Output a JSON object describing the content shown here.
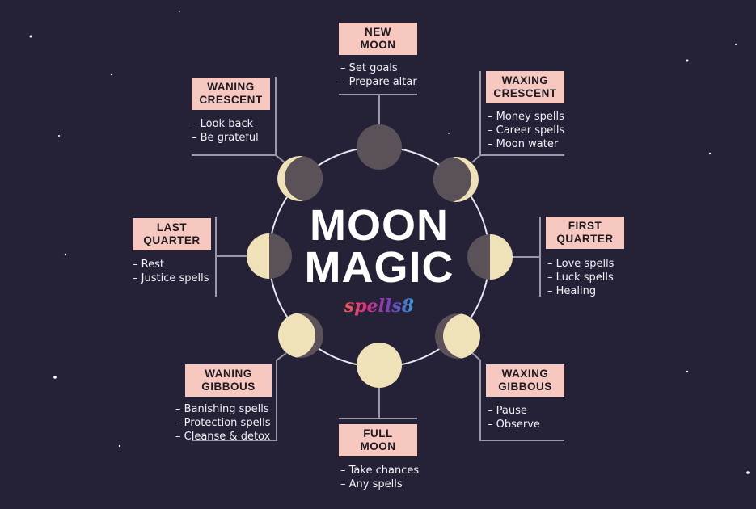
{
  "title": {
    "line1": "MOON",
    "line2": "MAGIC"
  },
  "logo": "spells8",
  "colors": {
    "background": "#252238",
    "label": "#f6c8c0",
    "moon_light": "#efe2b8",
    "moon_dark": "#5a5258",
    "line": "#9a98a8"
  },
  "phases": {
    "new_moon": {
      "label1": "NEW",
      "label2": "MOON",
      "items": [
        "Set goals",
        "Prepare altar"
      ]
    },
    "waxing_crescent": {
      "label1": "WAXING",
      "label2": "CRESCENT",
      "items": [
        "Money spells",
        "Career spells",
        "Moon water"
      ]
    },
    "first_quarter": {
      "label1": "FIRST",
      "label2": "QUARTER",
      "items": [
        "Love spells",
        "Luck spells",
        "Healing"
      ]
    },
    "waxing_gibbous": {
      "label1": "WAXING",
      "label2": "GIBBOUS",
      "items": [
        "Pause",
        "Observe"
      ]
    },
    "full_moon": {
      "label1": "FULL",
      "label2": "MOON",
      "items": [
        "Take chances",
        "Any spells"
      ]
    },
    "waning_gibbous": {
      "label1": "WANING",
      "label2": "GIBBOUS",
      "items": [
        "Banishing spells",
        "Protection spells",
        "Cleanse & detox"
      ]
    },
    "last_quarter": {
      "label1": "LAST",
      "label2": "QUARTER",
      "items": [
        "Rest",
        "Justice spells"
      ]
    },
    "waning_crescent": {
      "label1": "WANING",
      "label2": "CRESCENT",
      "items": [
        "Look back",
        "Be grateful"
      ]
    }
  }
}
